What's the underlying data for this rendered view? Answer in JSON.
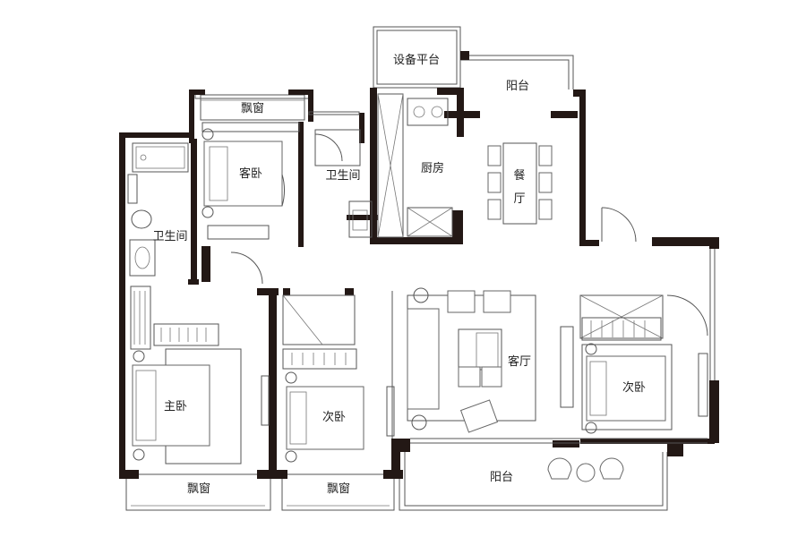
{
  "floorplan": {
    "rooms": {
      "equipment_platform": "设备平台",
      "balcony_top": "阳台",
      "bay_window_top": "飘窗",
      "guest_bedroom": "客卧",
      "bathroom_center": "卫生间",
      "kitchen": "厨房",
      "dining_char1": "餐",
      "dining_char2": "厅",
      "bathroom_left": "卫生间",
      "master_bedroom": "主卧",
      "secondary_bedroom_center": "次卧",
      "living_room": "客厅",
      "secondary_bedroom_right": "次卧",
      "bay_window_bottom_left": "飘窗",
      "bay_window_bottom_center": "飘窗",
      "balcony_bottom": "阳台"
    },
    "colors": {
      "wall": "#231815",
      "line": "#555555",
      "background": "#ffffff"
    }
  }
}
